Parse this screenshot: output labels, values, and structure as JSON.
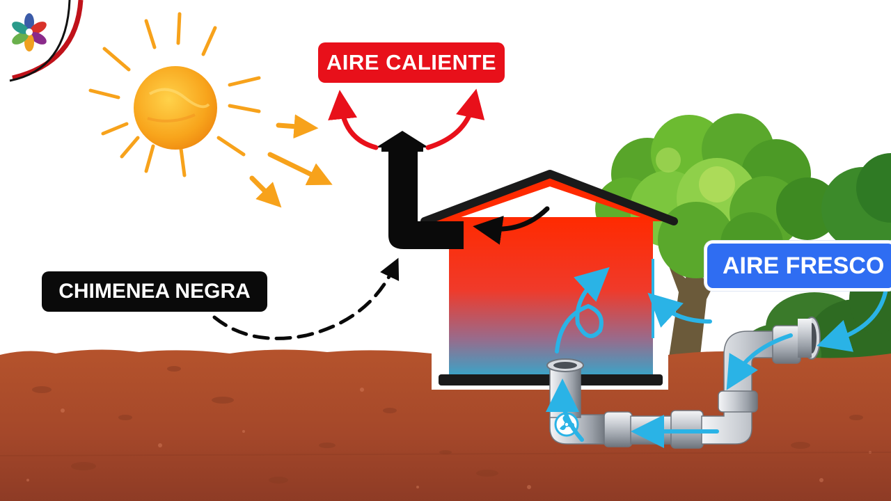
{
  "labels": {
    "hot_air": "AIRE CALIENTE",
    "fresh_air": "AIRE FRESCO",
    "chimney": "CHIMENEA NEGRA"
  },
  "icons": [
    "logo-flower-icon",
    "sun-icon",
    "tree-icon",
    "bush-icon",
    "house-icon",
    "chimney-icon",
    "underground-pipe-icon",
    "fan-icon"
  ],
  "colors": {
    "hot_air": "#e8101a",
    "fresh_air": "#2f6df2",
    "chimney": "#0a0a0a",
    "air_flow": "#2ab3e6",
    "sun": "#f7a21b",
    "soil": "#b2522c",
    "house_top": "#ff2a00",
    "house_bottom": "#3aa6c8"
  }
}
